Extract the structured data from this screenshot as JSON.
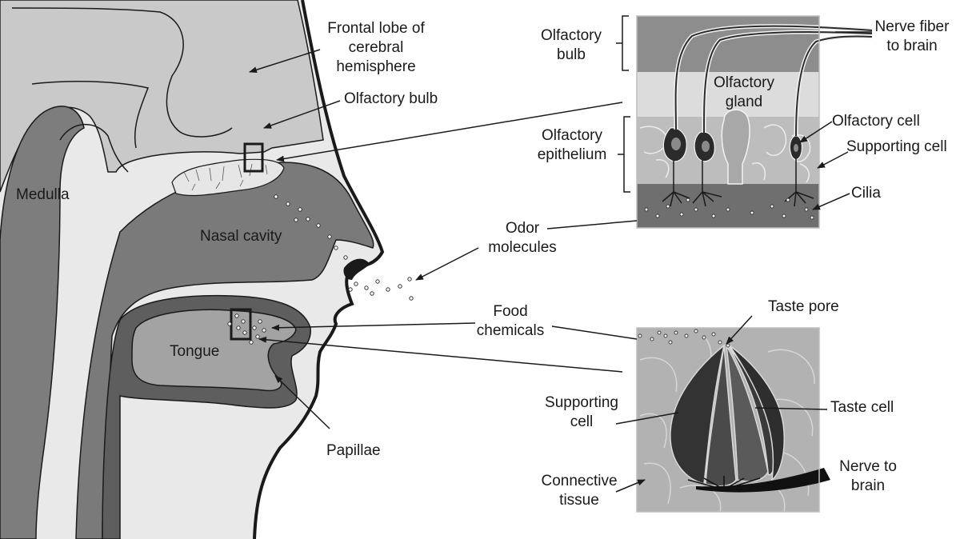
{
  "colors": {
    "outline": "#1a1a1a",
    "brain": "#c9c9c9",
    "airway": "#ececec",
    "dark_tissue": "#6b6b6b",
    "mid_tissue": "#8a8a8a",
    "tongue": "#a3a3a3",
    "cell_dark": "#2b2b2b"
  },
  "labels": {
    "frontal_lobe": [
      "Frontal lobe of",
      "cerebral",
      "hemisphere"
    ],
    "olfactory_bulb_main": "Olfactory bulb",
    "medulla": "Medulla",
    "nasal_cavity": "Nasal cavity",
    "tongue": "Tongue",
    "papillae": "Papillae",
    "odor_molecules": [
      "Odor",
      "molecules"
    ],
    "food_chemicals": [
      "Food",
      "chemicals"
    ],
    "olfactory_bulb_inset": [
      "Olfactory",
      "bulb"
    ],
    "olfactory_epithelium": [
      "Olfactory",
      "epithelium"
    ],
    "olfactory_gland": [
      "Olfactory",
      "gland"
    ],
    "nerve_fiber": [
      "Nerve fiber",
      "to brain"
    ],
    "olfactory_cell": "Olfactory cell",
    "supporting_cell_top": "Supporting cell",
    "cilia": "Cilia",
    "taste_pore": "Taste pore",
    "supporting_cell_bottom": [
      "Supporting",
      "cell"
    ],
    "taste_cell": "Taste cell",
    "nerve_to_brain": [
      "Nerve to",
      "brain"
    ],
    "connective_tissue": [
      "Connective",
      "tissue"
    ]
  }
}
